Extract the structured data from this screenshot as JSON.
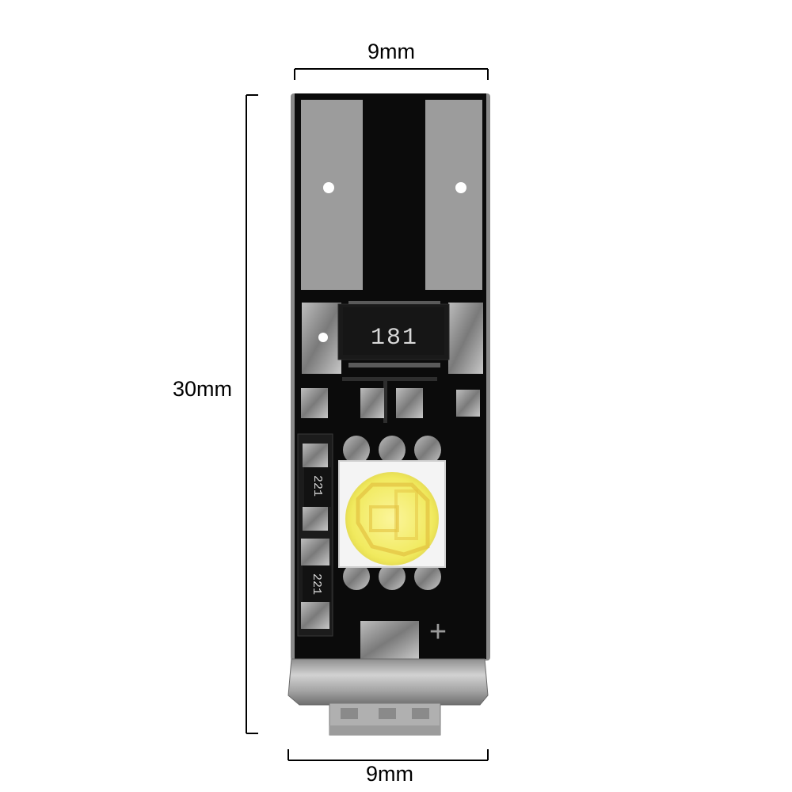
{
  "dimensions": {
    "top_width": "9mm",
    "height": "30mm",
    "bottom_width": "9mm"
  },
  "markings": {
    "resistor_top": "181",
    "resistor_left_1": "221",
    "resistor_left_2": "221",
    "polarity": "+"
  },
  "colors": {
    "pcb_black": "#0b0b0b",
    "gray_pad": "#9a9a9a",
    "led_yellow": "#f3f07a",
    "led_housing": "#f4f4f4",
    "metal": "#b9b9b9"
  }
}
